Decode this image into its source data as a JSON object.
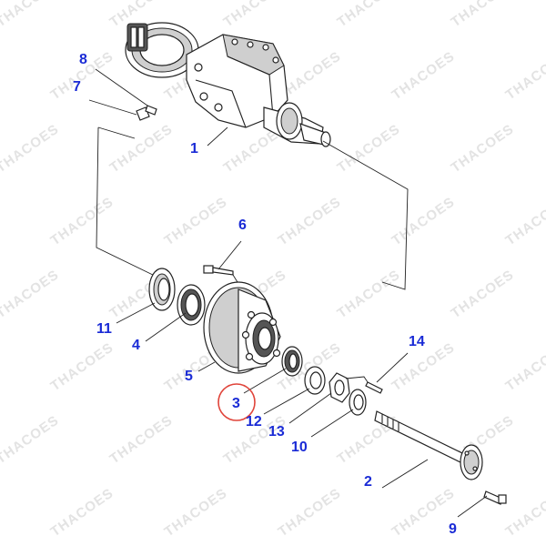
{
  "diagram": {
    "watermark_text": "THACOES",
    "accent_color": "#1a2bd6",
    "highlight_color": "#e0443a",
    "highlighted_part": "3",
    "callouts": [
      {
        "id": "c1",
        "label": "1"
      },
      {
        "id": "c2",
        "label": "2"
      },
      {
        "id": "c3",
        "label": "3"
      },
      {
        "id": "c4",
        "label": "4"
      },
      {
        "id": "c5",
        "label": "5"
      },
      {
        "id": "c6",
        "label": "6"
      },
      {
        "id": "c7",
        "label": "7"
      },
      {
        "id": "c8",
        "label": "8"
      },
      {
        "id": "c9",
        "label": "9"
      },
      {
        "id": "c10",
        "label": "10"
      },
      {
        "id": "c11",
        "label": "11"
      },
      {
        "id": "c12",
        "label": "12"
      },
      {
        "id": "c13",
        "label": "13"
      },
      {
        "id": "c14",
        "label": "14"
      }
    ]
  }
}
